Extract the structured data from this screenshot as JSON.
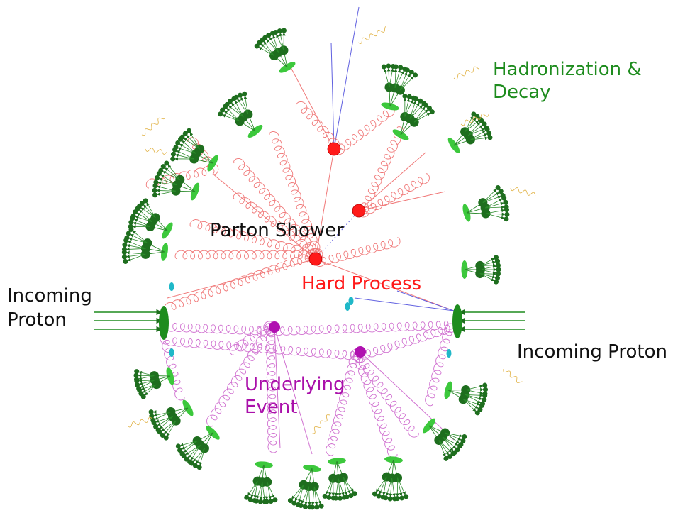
{
  "labels": {
    "hadronization": [
      "Hadronization &",
      "Decay"
    ],
    "parton_shower": "Parton Shower",
    "hard_process": "Hard Process",
    "incoming_proton_left": [
      "Incoming",
      "Proton"
    ],
    "incoming_proton_right": "Incoming Proton",
    "underlying_event": [
      "Underlying",
      "Event"
    ]
  },
  "colors": {
    "hadronization": "#1e8c1e",
    "hard_process": "#ff1a1a",
    "parton_shower": "#111111",
    "underlying_event": "#aa10aa",
    "incoming_proton": "#111111",
    "parton_line": "#f07878",
    "ue_line": "#d070d0",
    "quark_line": "#6060e0",
    "hadron": "#1e6e1e",
    "cluster": "#3cc83c",
    "remnant": "#20b8c8",
    "photon": "#e0b040"
  },
  "vertices": {
    "hard": [
      "hard-process-vertex",
      "shower-vertex-upper",
      "shower-vertex-right"
    ],
    "underlying": [
      "mpi-vertex-left",
      "mpi-vertex-right"
    ]
  },
  "beams": [
    "left-proton",
    "right-proton"
  ]
}
